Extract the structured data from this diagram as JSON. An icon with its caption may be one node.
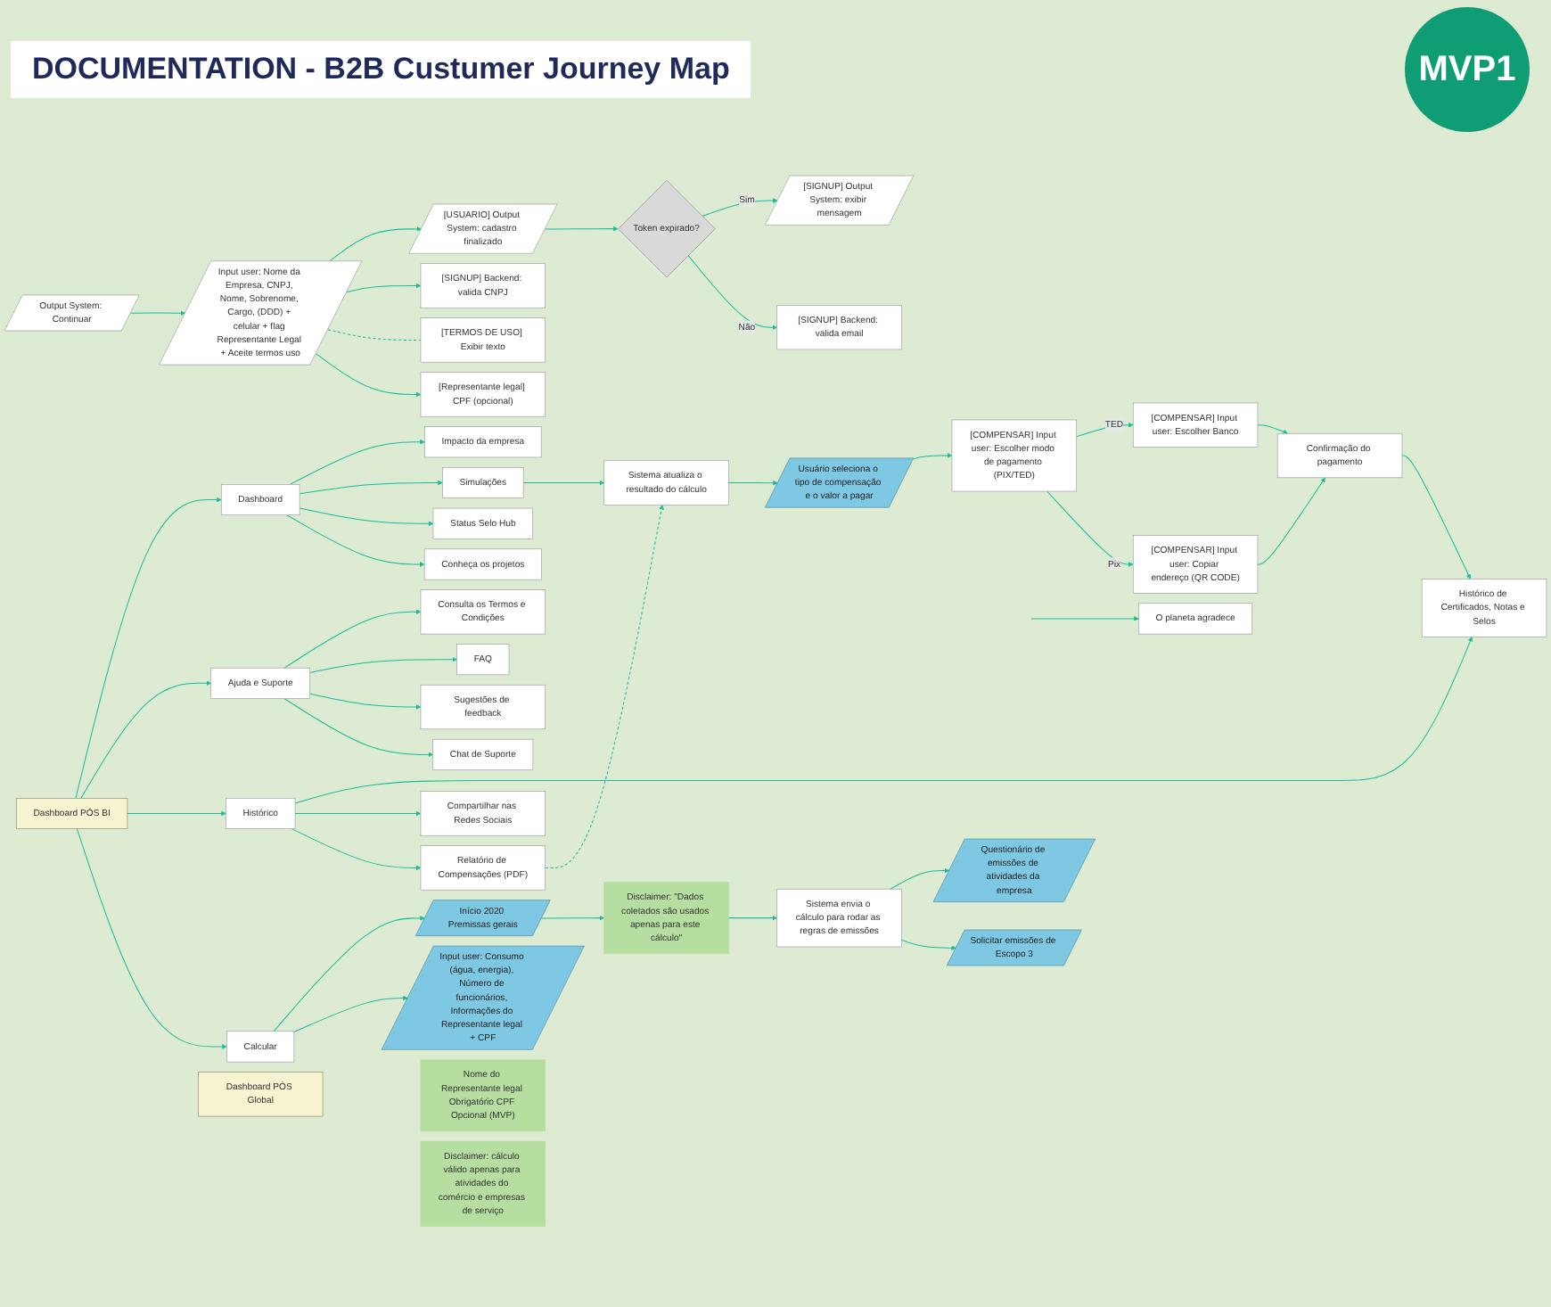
{
  "diagram": {
    "title": "DOCUMENTATION - B2B Custumer Journey Map",
    "nodes": [
      {
        "text": [
          "Output System: Continuar"
        ]
      },
      {
        "text": [
          "Input user: Nome da Empresa, CNPJ, Nome, Sobrenome, Cargo, (DDD) + celular + flag Representante Legal + Aceite termos uso"
        ]
      },
      {
        "text": [
          "[USUARIO] Output System: cadastro finalizado"
        ]
      },
      {
        "text": [
          "[SIGNUP] Backend: valida CNPJ"
        ]
      },
      {
        "text": [
          "[TERMOS DE USO] Exibir texto"
        ]
      },
      {
        "text": [
          "[Representante legal] CPF (opcional)"
        ]
      },
      {
        "text": [
          "[SIGNUP] Output System: exibir mensagem"
        ]
      },
      {
        "text": [
          "[SIGNUP] Backend: valida email"
        ]
      },
      {
        "text": [
          "Token expirado?"
        ]
      },
      {
        "text": [
          "Dashboard PÓS BI"
        ]
      },
      {
        "text": [
          "Dashboard PÓS Global"
        ]
      },
      {
        "text": [
          "Dashboard"
        ]
      },
      {
        "text": [
          "Impacto da empresa"
        ]
      },
      {
        "text": [
          "Simulações"
        ]
      },
      {
        "text": [
          "Status Selo Hub"
        ]
      },
      {
        "text": [
          "Conheça os projetos"
        ]
      },
      {
        "text": [
          "Ajuda e Suporte"
        ]
      },
      {
        "text": [
          "Consulta os Termos e Condições"
        ]
      },
      {
        "text": [
          "Sugestões de feedback"
        ]
      },
      {
        "text": [
          "FAQ"
        ]
      },
      {
        "text": [
          "Chat de Suporte"
        ]
      },
      {
        "text": [
          "Histórico"
        ]
      },
      {
        "text": [
          "Histórico de Certificados, Notas e Selos"
        ]
      },
      {
        "text": [
          "Relatório de Compensações (PDF)"
        ]
      },
      {
        "text": [
          "Compartilhar nas Redes Sociais"
        ]
      },
      {
        "text": [
          "Calcular"
        ]
      },
      {
        "text": [
          "Nome do Representante legal Obrigatório CPF Opcional (MVP)"
        ]
      },
      {
        "text": [
          "Disclaimer: cálculo válido apenas para atividades do comércio e empresas de serviço"
        ]
      },
      {
        "text": [
          "Início 2020 Premissas gerais"
        ]
      },
      {
        "text": [
          "Input user: Consumo (água, energia), Número de funcionários, Informações do Representante legal + CPF"
        ]
      },
      {
        "text": [
          "Disclaimer: \"Dados coletados são usados apenas para este cálculo\""
        ]
      },
      {
        "text": [
          "Sistema envia o cálculo para rodar as regras de emissões"
        ]
      },
      {
        "text": [
          "Questionário de emissões de atividades da empresa"
        ]
      },
      {
        "text": [
          "Solicitar emissões de Escopo 3"
        ]
      },
      {
        "text": [
          "Confirmação do pagamento"
        ]
      },
      {
        "text": [
          "Sistema atualiza o resultado do cálculo"
        ]
      },
      {
        "text": [
          "Usuário seleciona o tipo de compensação e o valor a pagar"
        ]
      },
      {
        "text": [
          "[COMPENSAR] Input user: Escolher modo de pagamento (PIX/TED)"
        ]
      },
      {
        "text": [
          "[COMPENSAR] Input user: Escolher Banco"
        ]
      },
      {
        "text": [
          "[COMPENSAR] Input user: Copiar endereço (QR CODE)"
        ]
      },
      {
        "text": [
          "O planeta agradece"
        ]
      }
    ],
    "edges": [
      {
        "from": 0,
        "to": 1,
        "arrow": "to"
      },
      {
        "from": 1,
        "to": 2,
        "arrow": "to"
      },
      {
        "from": 1,
        "to": 3,
        "arrow": "to"
      },
      {
        "from": 1,
        "to": 4,
        "arrow": "none",
        "style": "dashed"
      },
      {
        "from": 1,
        "to": 5,
        "arrow": "to"
      },
      {
        "from": 2,
        "to": 8,
        "arrow": "to"
      },
      {
        "from": 8,
        "to": 6,
        "arrow": "to",
        "label": "Sim"
      },
      {
        "from": 8,
        "to": 7,
        "arrow": "to",
        "label": "Não"
      },
      {
        "from": 9,
        "to": 11,
        "arrow": "to"
      },
      {
        "from": 9,
        "to": 16,
        "arrow": "to"
      },
      {
        "from": 9,
        "to": 21,
        "arrow": "to"
      },
      {
        "from": 9,
        "to": 25,
        "arrow": "to"
      },
      {
        "from": 11,
        "to": 12,
        "arrow": "to"
      },
      {
        "from": 11,
        "to": 13,
        "arrow": "to"
      },
      {
        "from": 11,
        "to": 14,
        "arrow": "to"
      },
      {
        "from": 11,
        "to": 15,
        "arrow": "to"
      },
      {
        "from": 16,
        "to": 17,
        "arrow": "to"
      },
      {
        "from": 16,
        "to": 19,
        "arrow": "to"
      },
      {
        "from": 16,
        "to": 18,
        "arrow": "to"
      },
      {
        "from": 16,
        "to": 20,
        "arrow": "to"
      },
      {
        "from": 21,
        "to": 22,
        "arrow": "to"
      },
      {
        "from": 21,
        "to": 24,
        "arrow": "to"
      },
      {
        "from": 21,
        "to": 23,
        "arrow": "to"
      },
      {
        "from": 25,
        "to": 28,
        "arrow": "to"
      },
      {
        "from": 25,
        "to": 29,
        "arrow": "to"
      },
      {
        "from": 28,
        "to": 30,
        "arrow": "to"
      },
      {
        "from": 30,
        "to": 31,
        "arrow": "to"
      },
      {
        "from": 31,
        "to": 32,
        "arrow": "to"
      },
      {
        "from": 31,
        "to": 33,
        "arrow": "to"
      },
      {
        "from": 13,
        "to": 35,
        "arrow": "to"
      },
      {
        "from": 23,
        "to": 35,
        "arrow": "to",
        "style": "dashed"
      },
      {
        "from": 35,
        "to": 36,
        "arrow": "to"
      },
      {
        "from": 36,
        "to": 37,
        "arrow": "to"
      },
      {
        "from": 37,
        "to": 38,
        "arrow": "to",
        "label": "TED"
      },
      {
        "from": 37,
        "to": 39,
        "arrow": "to",
        "label": "Pix"
      },
      {
        "from": 38,
        "to": 34,
        "arrow": "to"
      },
      {
        "from": 39,
        "to": 34,
        "arrow": "to"
      },
      {
        "from": 34,
        "to": 22,
        "arrow": "to"
      },
      {
        "from": null,
        "to": 40,
        "arrow": "to"
      }
    ],
    "labels": [
      "MVP1"
    ]
  }
}
